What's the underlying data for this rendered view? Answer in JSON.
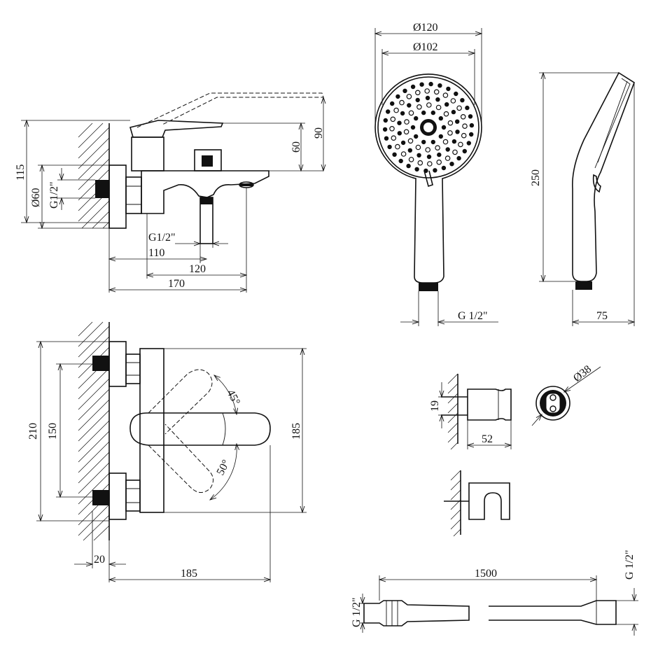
{
  "dimensions": {
    "side_view": {
      "height_115": "115",
      "diameter_60": "Ø60",
      "thread_left": "G1/2\"",
      "height_60": "60",
      "height_90": "90",
      "thread_outlet": "G1/2\"",
      "length_110": "110",
      "length_120": "120",
      "length_170": "170"
    },
    "front_view": {
      "height_210": "210",
      "spacing_150": "150",
      "height_185": "185",
      "angle_45": "45°",
      "angle_50": "50°",
      "offset_20": "20",
      "width_185": "185"
    },
    "hand_shower": {
      "diameter_120": "Ø120",
      "diameter_102": "Ø102",
      "length_250": "250",
      "thread": "G 1/2\"",
      "depth_75": "75"
    },
    "holder": {
      "hole_spacing_19": "19",
      "depth_52": "52",
      "diameter_38": "Ø38"
    },
    "hose": {
      "length_1500": "1500",
      "thread_left": "G 1/2\"",
      "thread_right": "G 1/2\""
    }
  }
}
